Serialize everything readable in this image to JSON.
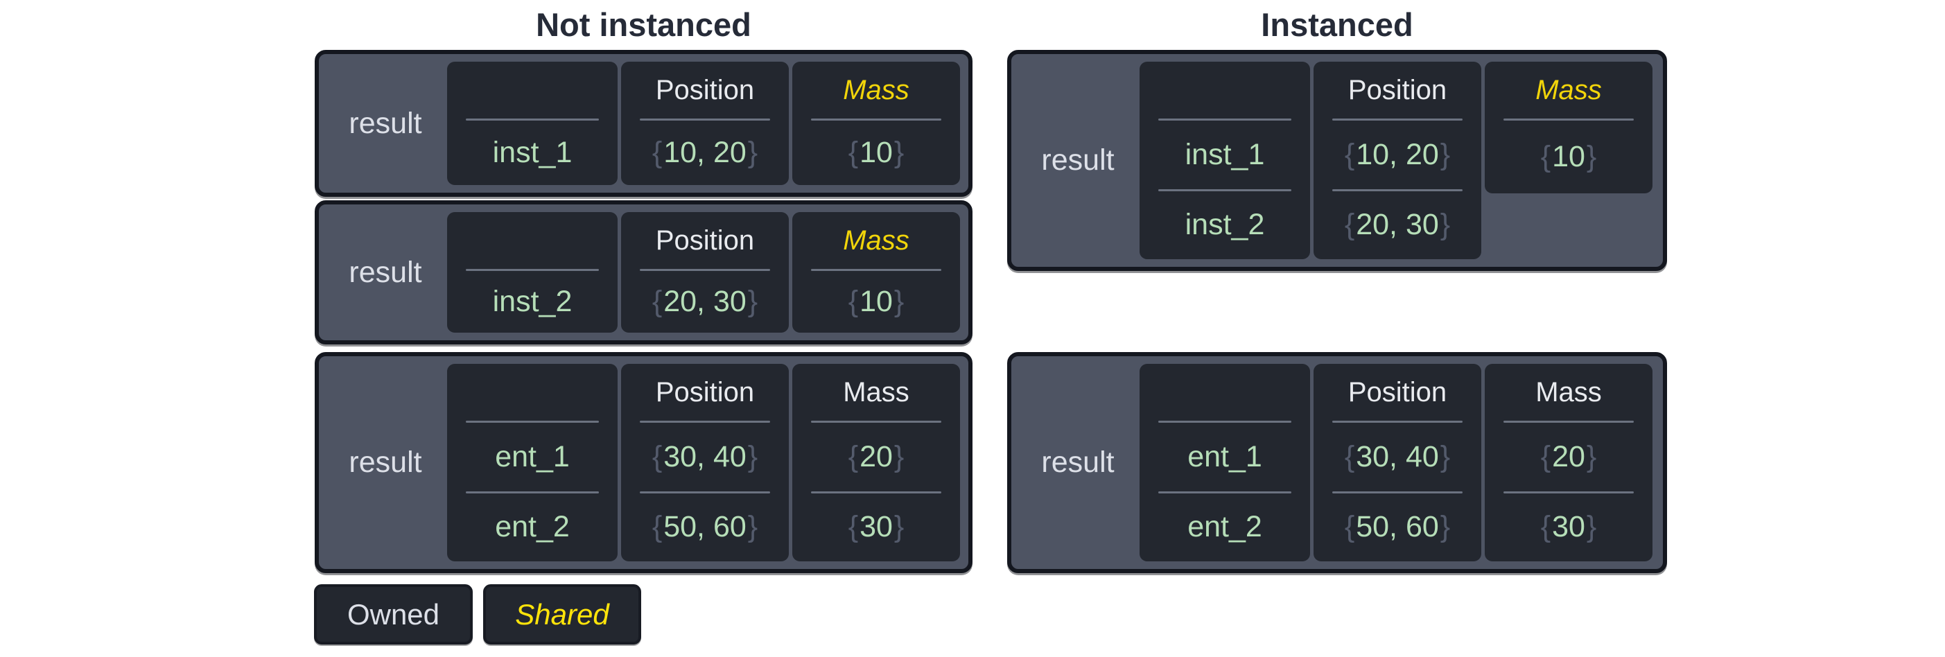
{
  "titles": {
    "left": "Not instanced",
    "right": "Instanced"
  },
  "labels": {
    "result": "result"
  },
  "syntax": {
    "open": "{",
    "close": "}"
  },
  "legend": {
    "owned": "Owned",
    "shared": "Shared"
  },
  "colors": {
    "background": "#ffffff",
    "table_fill": "#4e5463",
    "table_border": "#14171f",
    "cell_fill": "#23272f",
    "divider": "#6b7280",
    "value_green": "#b6deb8",
    "brace_gray": "#545b6c",
    "header_white": "#e9ebef",
    "shared_yellow": "#f2d50a",
    "legend_yellow": "#ffe40a",
    "title_dark": "#262b38"
  },
  "tables": {
    "ni1": {
      "entity": {
        "header": "",
        "rows": [
          "inst_1"
        ]
      },
      "position": {
        "header": "Position",
        "rows": [
          "10, 20"
        ]
      },
      "mass": {
        "header": "Mass",
        "shared": true,
        "rows": [
          "10"
        ]
      }
    },
    "ni2": {
      "entity": {
        "header": "",
        "rows": [
          "inst_2"
        ]
      },
      "position": {
        "header": "Position",
        "rows": [
          "20, 30"
        ]
      },
      "mass": {
        "header": "Mass",
        "shared": true,
        "rows": [
          "10"
        ]
      }
    },
    "ni3": {
      "entity": {
        "header": "",
        "rows": [
          "ent_1",
          "ent_2"
        ]
      },
      "position": {
        "header": "Position",
        "rows": [
          "30, 40",
          "50, 60"
        ]
      },
      "mass": {
        "header": "Mass",
        "shared": false,
        "rows": [
          "20",
          "30"
        ]
      }
    },
    "i1": {
      "entity": {
        "header": "",
        "rows": [
          "inst_1",
          "inst_2"
        ]
      },
      "position": {
        "header": "Position",
        "rows": [
          "10, 20",
          "20, 30"
        ]
      },
      "mass": {
        "header": "Mass",
        "shared": true,
        "rows": [
          "10"
        ]
      }
    },
    "i2": {
      "entity": {
        "header": "",
        "rows": [
          "ent_1",
          "ent_2"
        ]
      },
      "position": {
        "header": "Position",
        "rows": [
          "30, 40",
          "50, 60"
        ]
      },
      "mass": {
        "header": "Mass",
        "shared": false,
        "rows": [
          "20",
          "30"
        ]
      }
    }
  }
}
